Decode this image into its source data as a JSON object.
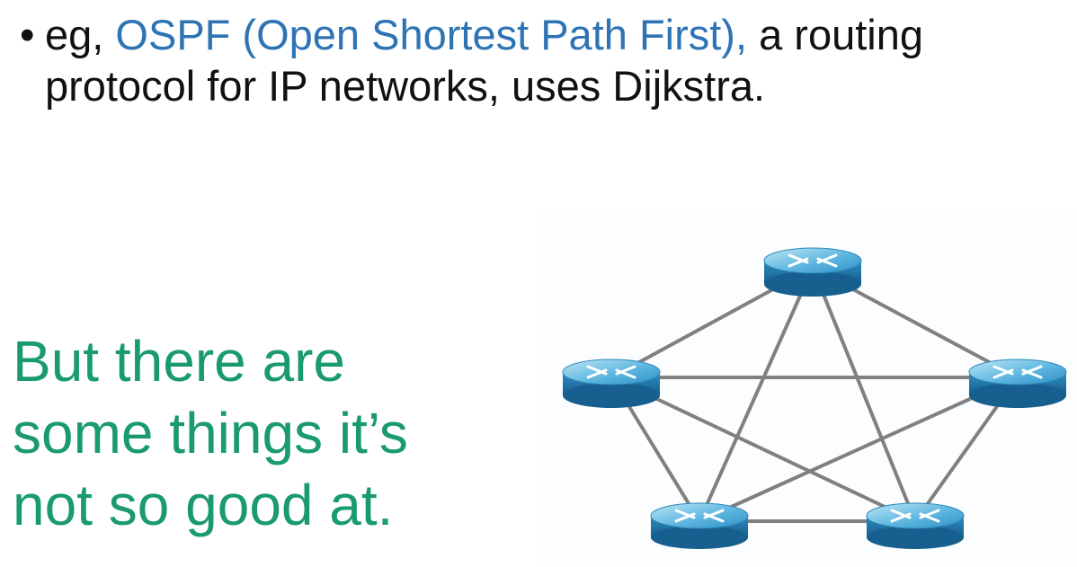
{
  "bullet": {
    "symbol": "•",
    "prefix": "eg, ",
    "link_text": "OSPF (Open Shortest Path First),",
    "rest_line1": " a routing",
    "rest_line2": "protocol for IP networks, uses Dijkstra.",
    "accent_color": "#2e74b5"
  },
  "headline": {
    "line1": "But there are",
    "line2": "some things it’s",
    "line3": "not so good at.",
    "color": "#1a9a6f"
  },
  "network": {
    "node_icon": "router-icon",
    "node_count": 5,
    "topology": "full-mesh"
  }
}
